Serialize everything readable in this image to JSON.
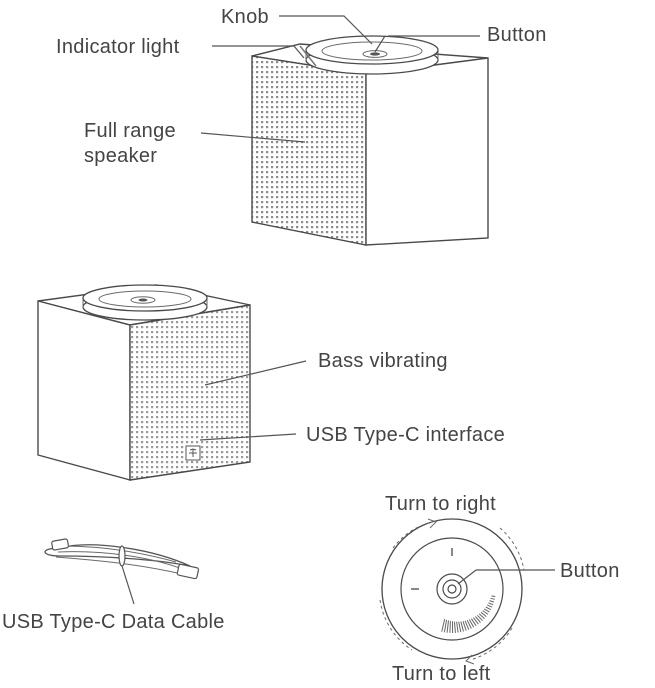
{
  "labels": {
    "knob": "Knob",
    "button_top": "Button",
    "indicator_light": "Indicator light",
    "full_range_1": "Full range",
    "full_range_2": "speaker",
    "bass_vibrating": "Bass vibrating",
    "usb_interface": "USB Type-C interface",
    "data_cable": "USB Type-C Data Cable",
    "turn_right": "Turn to right",
    "turn_left": "Turn to left",
    "button_knob": "Button"
  }
}
